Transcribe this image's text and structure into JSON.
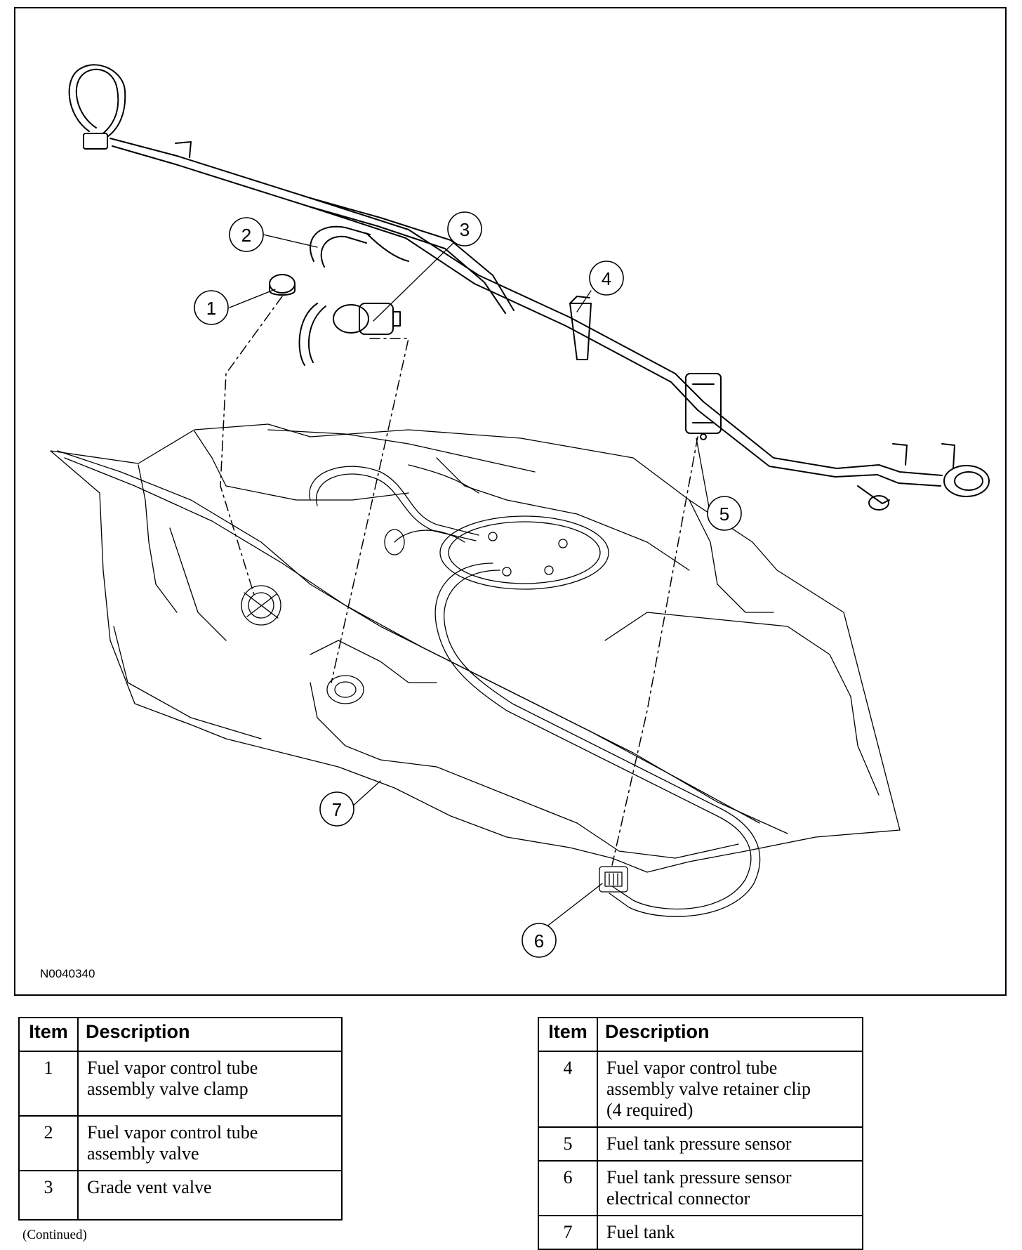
{
  "figure": {
    "id": "N0040340",
    "callouts": [
      "1",
      "2",
      "3",
      "4",
      "5",
      "6",
      "7"
    ]
  },
  "legend_left": {
    "headers": [
      "Item",
      "Description"
    ],
    "rows": [
      {
        "item": "1",
        "lines": [
          "Fuel vapor control tube",
          "assembly valve clamp"
        ]
      },
      {
        "item": "2",
        "lines": [
          "Fuel vapor control tube",
          "assembly valve"
        ]
      },
      {
        "item": "3",
        "lines": [
          "Grade vent valve"
        ]
      }
    ]
  },
  "legend_right": {
    "headers": [
      "Item",
      "Description"
    ],
    "rows": [
      {
        "item": "4",
        "lines": [
          "Fuel vapor control tube",
          "assembly valve retainer clip",
          "(4 required)"
        ]
      },
      {
        "item": "5",
        "lines": [
          "Fuel tank pressure sensor"
        ]
      },
      {
        "item": "6",
        "lines": [
          "Fuel tank pressure sensor",
          "electrical connector"
        ]
      },
      {
        "item": "7",
        "lines": [
          "Fuel tank"
        ]
      }
    ]
  },
  "footer": {
    "continued": "(Continued)"
  }
}
